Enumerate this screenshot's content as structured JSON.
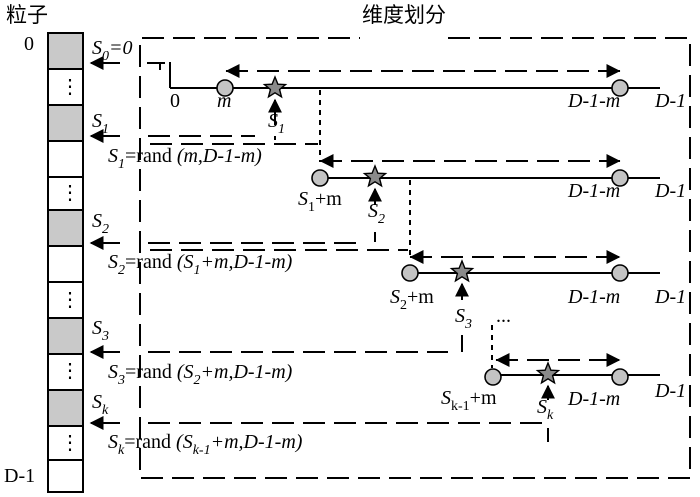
{
  "headers": {
    "particle": "粒子",
    "partition": "维度划分"
  },
  "array_labels": {
    "top": "0",
    "bottom": "D-1",
    "ellipsis": "⋮"
  },
  "s_labels": {
    "s0_eq": "=0",
    "s1": "1",
    "s2": "2",
    "s3": "3",
    "sk": "k"
  },
  "formulas": {
    "rand": "=rand ",
    "f1_args": "(m,D-1-m)",
    "f2_args_b": "+m,D-1-m)",
    "f3_args_b": "+m,D-1-m)",
    "fk_args_b": "+m,D-1-m)",
    "sub_k1": "k-1"
  },
  "axis_labels": {
    "zero": "0",
    "m": "m",
    "d1m": "D-1-m",
    "d1": "D-1",
    "plus_m": "+m",
    "dots": "..."
  },
  "colors": {
    "cell_gray": "#c9c9c9",
    "node_gray": "#c4c4c4",
    "star_gray": "#8a8a8a"
  }
}
